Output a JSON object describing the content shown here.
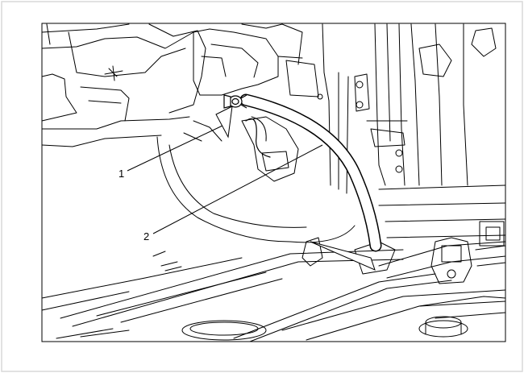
{
  "figure": {
    "callouts": [
      {
        "number": "1",
        "target": "hose-clamp"
      },
      {
        "number": "2",
        "target": "drain-hose"
      }
    ]
  },
  "colors": {
    "ink": "#000000",
    "paper": "#ffffff",
    "frame": "#d9d9d9"
  }
}
